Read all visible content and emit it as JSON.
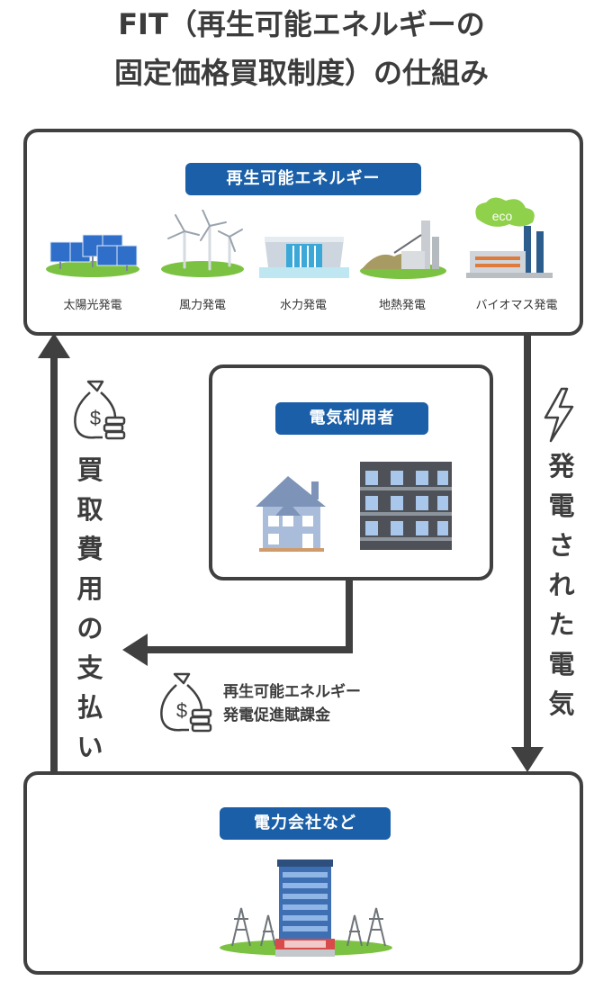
{
  "title": {
    "line1": "FIT（再生可能エネルギーの",
    "line2": "固定価格買取制度）の仕組み"
  },
  "renewable": {
    "label": "再生可能エネルギー",
    "sources": [
      {
        "label": "太陽光発電",
        "icon": "solar-panel-icon"
      },
      {
        "label": "風力発電",
        "icon": "wind-turbine-icon"
      },
      {
        "label": "水力発電",
        "icon": "dam-icon"
      },
      {
        "label": "地熱発電",
        "icon": "geothermal-plant-icon"
      },
      {
        "label": "バイオマス発電",
        "icon": "biomass-factory-icon"
      }
    ],
    "eco_text": "eco"
  },
  "consumer": {
    "label": "電気利用者",
    "icons": [
      "house-icon",
      "apartment-icon"
    ]
  },
  "company": {
    "label": "電力会社など",
    "icons": [
      "office-tower-icon",
      "power-pylon-icon"
    ]
  },
  "flows": {
    "purchase_payment": [
      "買",
      "取",
      "費",
      "用",
      "の",
      "支",
      "払",
      "い"
    ],
    "generated_power": [
      "発",
      "電",
      "さ",
      "れ",
      "た",
      "電",
      "気"
    ],
    "surcharge_line1": "再生可能エネルギー",
    "surcharge_line2": "発電促進賦課金"
  },
  "colors": {
    "accent": "#1a5fa8",
    "border": "#404040",
    "grass": "#7cc242"
  }
}
